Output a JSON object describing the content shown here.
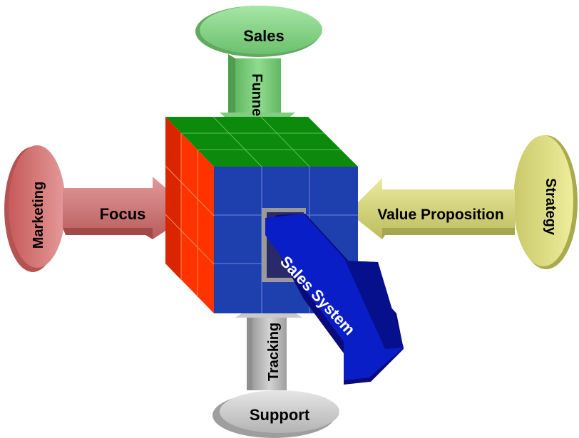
{
  "nodes": {
    "sales": "Sales",
    "marketing": "Marketing",
    "strategy": "Strategy",
    "support": "Support"
  },
  "arrows": {
    "funnel": "Funnel",
    "focus": "Focus",
    "value_proposition": "Value Proposition",
    "tracking": "Tracking",
    "sales_system": "Sales System"
  },
  "colors": {
    "sales_green": "#7ccf7c",
    "marketing_red": "#d47474",
    "strategy_yellow": "#dede86",
    "support_gray": "#c8c8c8",
    "cube_blue": "#1e3fae",
    "cube_green": "#0b8a0b",
    "cube_red": "#ff3300",
    "system_blue": "#0a1ec8"
  }
}
